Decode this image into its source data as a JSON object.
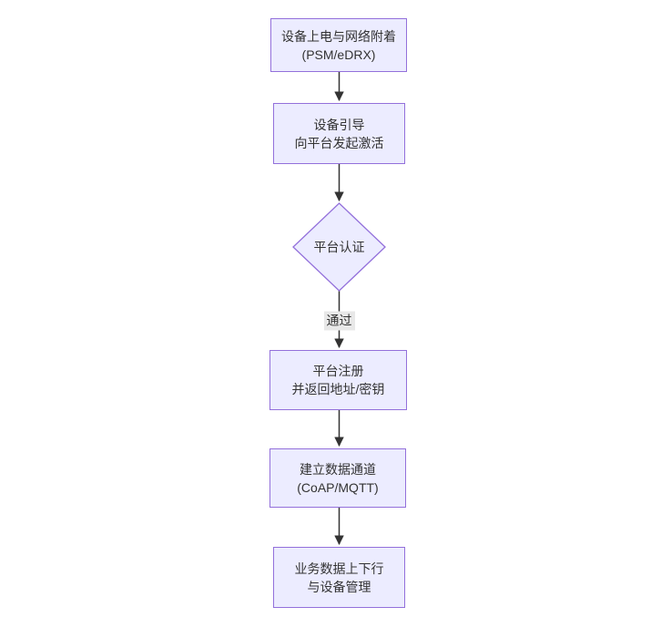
{
  "diagram": {
    "type": "flowchart",
    "direction": "top-down",
    "colors": {
      "node_fill": "#ECECFF",
      "node_border": "#9370DB",
      "edge_line": "#333333",
      "edge_label_bg": "#e8e8e8",
      "text": "#333333",
      "background": "#ffffff"
    },
    "nodes": [
      {
        "id": "power-attach",
        "shape": "rectangle",
        "lines": [
          "设备上电与网络附着",
          "(PSM/eDRX)"
        ]
      },
      {
        "id": "bootstrap",
        "shape": "rectangle",
        "lines": [
          "设备引导",
          "向平台发起激活"
        ]
      },
      {
        "id": "platform-auth",
        "shape": "diamond",
        "lines": [
          "平台认证"
        ]
      },
      {
        "id": "register",
        "shape": "rectangle",
        "lines": [
          "平台注册",
          "并返回地址/密钥"
        ]
      },
      {
        "id": "data-channel",
        "shape": "rectangle",
        "lines": [
          "建立数据通道",
          "(CoAP/MQTT)"
        ]
      },
      {
        "id": "business",
        "shape": "rectangle",
        "lines": [
          "业务数据上下行",
          "与设备管理"
        ]
      }
    ],
    "edges": [
      {
        "from": "power-attach",
        "to": "bootstrap",
        "label": ""
      },
      {
        "from": "bootstrap",
        "to": "platform-auth",
        "label": ""
      },
      {
        "from": "platform-auth",
        "to": "register",
        "label": "通过"
      },
      {
        "from": "register",
        "to": "data-channel",
        "label": ""
      },
      {
        "from": "data-channel",
        "to": "business",
        "label": ""
      }
    ]
  }
}
